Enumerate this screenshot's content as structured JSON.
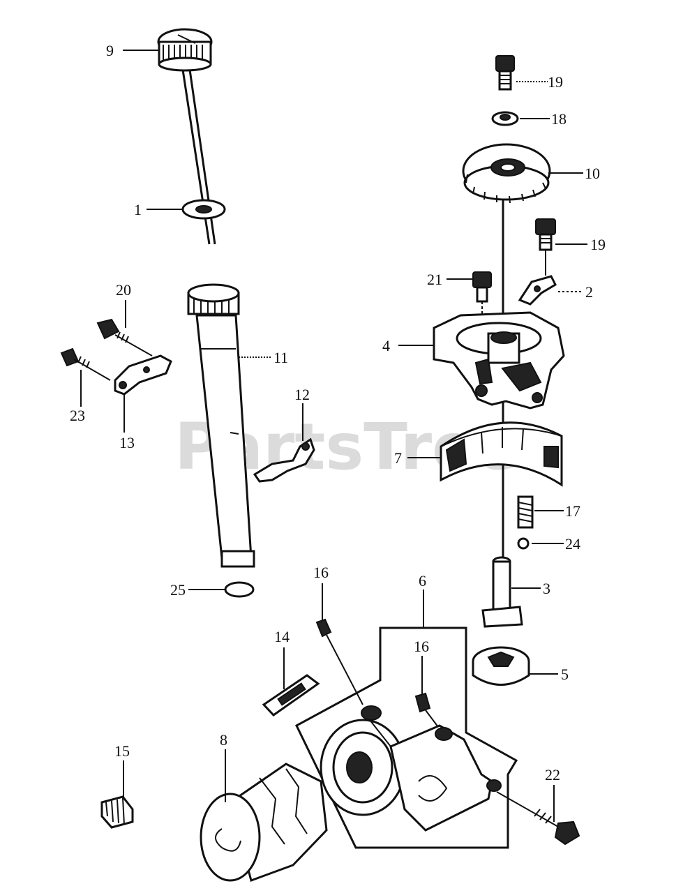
{
  "watermark": "PartsTree",
  "callouts": {
    "c1": "1",
    "c2": "2",
    "c3": "3",
    "c4": "4",
    "c5": "5",
    "c6": "6",
    "c7": "7",
    "c8": "8",
    "c9": "9",
    "c10": "10",
    "c11": "11",
    "c12": "12",
    "c13": "13",
    "c14": "14",
    "c15": "15",
    "c16a": "16",
    "c16b": "16",
    "c17": "17",
    "c18": "18",
    "c19a": "19",
    "c19b": "19",
    "c20": "20",
    "c21": "21",
    "c22": "22",
    "c23": "23",
    "c24": "24",
    "c25": "25"
  }
}
